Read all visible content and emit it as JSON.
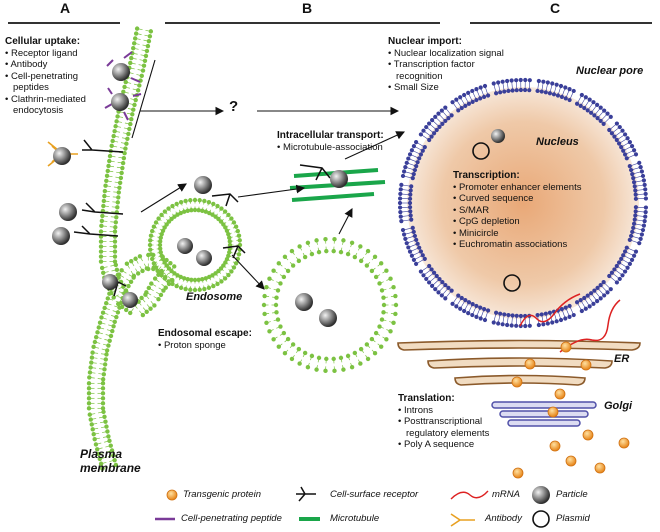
{
  "sections": {
    "a": "A",
    "b": "B",
    "c": "C"
  },
  "cellular_uptake": {
    "title": "Cellular uptake:",
    "items": [
      "Receptor ligand",
      "Antibody",
      "Cell-penetrating",
      "peptides",
      "Clathrin-mediated",
      "endocytosis"
    ]
  },
  "question_mark": "?",
  "intracellular": {
    "title": "Intracellular transport:",
    "items": [
      "Microtubule-association"
    ]
  },
  "nuclear_import": {
    "title": "Nuclear import:",
    "items": [
      "Nuclear localization signal",
      "Transcription factor",
      "recognition",
      "Small Size"
    ]
  },
  "nuclear_pore": "Nuclear pore",
  "nucleus": "Nucleus",
  "transcription": {
    "title": "Transcription:",
    "items": [
      "Promoter enhancer elements",
      "Curved sequence",
      "S/MAR",
      "CpG depletion",
      "Minicircle",
      "Euchromatin associations"
    ]
  },
  "endosome": "Endosome",
  "endosomal_escape": {
    "title": "Endosomal escape:",
    "items": [
      "Proton sponge"
    ]
  },
  "er": "ER",
  "golgi": "Golgi",
  "translation": {
    "title": "Translation:",
    "items": [
      "Introns",
      "Posttranscriptional",
      "regulatory elements",
      "Poly A sequence"
    ]
  },
  "plasma_membrane": {
    "line1": "Plasma",
    "line2": "membrane"
  },
  "legend": {
    "transgenic_protein": "Transgenic protein",
    "cell_surface_receptor": "Cell-surface receptor",
    "mrna": "mRNA",
    "particle": "Particle",
    "cell_penetrating_peptide": "Cell-penetrating peptide",
    "microtubule": "Microtubule",
    "antibody": "Antibody",
    "plasmid": "Plasmid"
  },
  "colors": {
    "membrane": "#7cc242",
    "pore": "#3a3f99",
    "nucleus": "#e0a87a",
    "er": "#8b5a2b",
    "golgi": "#5050a8",
    "protein": "#f0a040",
    "mrna": "#dd2222",
    "microtubule": "#1aa64a",
    "peptide": "#7a3b98",
    "antibody": "#e8a020"
  }
}
